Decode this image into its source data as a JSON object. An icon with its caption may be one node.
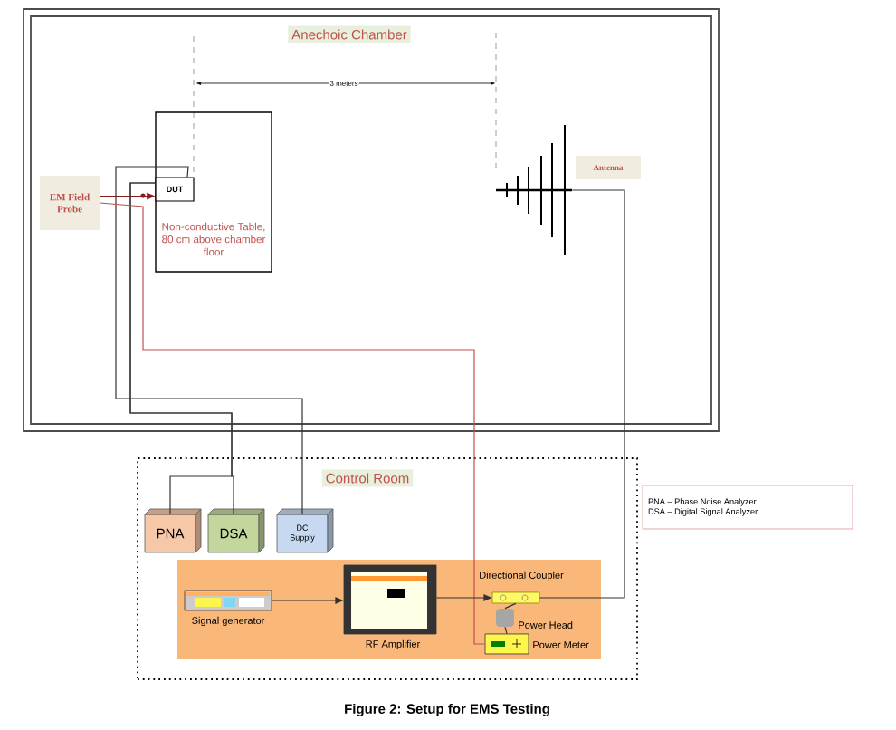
{
  "diagram": {
    "caption": "Figure 2: Setup for EMS Testing",
    "nodes": [
      {
        "text": [
          "Anechoic Chamber"
        ]
      },
      {
        "text": [
          "Non-conductive Table, 80 cm above chamber floor"
        ],
        "in": 0
      },
      {
        "text": [
          "DUT"
        ],
        "in": 1
      },
      {
        "text": [
          "EM Field Probe"
        ],
        "in": 0
      },
      {
        "text": [
          "Antenna"
        ],
        "in": 0
      },
      {
        "text": [],
        "shape": "antenna",
        "in": 0
      },
      {
        "text": [
          "Control Room"
        ]
      },
      {
        "text": [
          "PNA"
        ],
        "in": 6
      },
      {
        "text": [
          "DSA"
        ],
        "in": 6
      },
      {
        "text": [
          "DC Supply"
        ],
        "in": 6
      },
      {
        "text": [],
        "shape": "box",
        "beside": [
          "Signal generator"
        ],
        "in": 6
      },
      {
        "text": [],
        "shape": "box",
        "beside": [
          "RF Amplifier"
        ],
        "in": 6
      },
      {
        "text": [],
        "shape": "bar",
        "beside": [
          "Directional Coupler"
        ],
        "in": 6
      },
      {
        "text": [],
        "shape": "probe",
        "beside": [
          "Power Head"
        ],
        "in": 6
      },
      {
        "text": [],
        "shape": "box",
        "beside": [
          "Power Meter"
        ],
        "in": 6
      },
      {
        "text": [
          "PNA – Phase Noise Analyzer",
          "DSA – Digital Signal Analyzer"
        ]
      }
    ],
    "edges": [
      {
        "from": 3,
        "to": 2,
        "arrow": "to",
        "color": "#8b1a1a"
      },
      {
        "from": 2,
        "to": 7,
        "arrow": "none"
      },
      {
        "from": 2,
        "to": 8,
        "arrow": "none"
      },
      {
        "from": 2,
        "to": 9,
        "arrow": "none"
      },
      {
        "from": 3,
        "to": 14,
        "arrow": "none",
        "color": "#c0504d"
      },
      {
        "from": 10,
        "to": 11,
        "arrow": "to"
      },
      {
        "from": 11,
        "to": 12,
        "arrow": "to"
      },
      {
        "from": 12,
        "to": 13,
        "arrow": "none"
      },
      {
        "from": 13,
        "to": 14,
        "arrow": "none"
      },
      {
        "from": 12,
        "to": 5,
        "arrow": "none"
      }
    ],
    "labels": [
      "3 meters"
    ]
  }
}
